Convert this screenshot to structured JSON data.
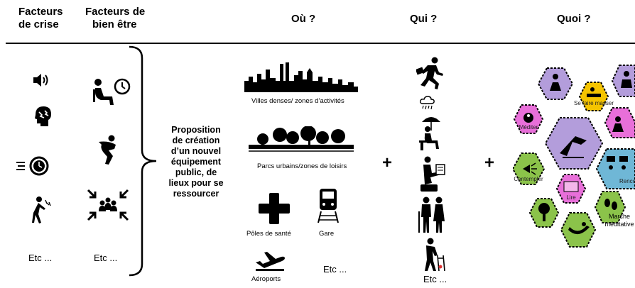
{
  "headers": {
    "crisis": [
      "Facteurs",
      "de crise"
    ],
    "wellbeing": [
      "Facteurs de",
      "bien être"
    ],
    "where": "Où ?",
    "who": "Qui ?",
    "what": "Quoi ?"
  },
  "crisis_column": {
    "icons": [
      "speaker-icon",
      "head-stress-icon",
      "clock-speed-icon",
      "back-pain-icon"
    ],
    "etc": "Etc ..."
  },
  "wellbeing_column": {
    "icons": [
      "seated-person-clock-icon",
      "crouching-person-icon",
      "crowd-arrows-icon"
    ],
    "etc": "Etc ..."
  },
  "proposal": {
    "lines": [
      "Proposition",
      "de création",
      "d’un nouvel",
      "équipement",
      "public, de",
      "lieux pour se",
      "ressourcer"
    ]
  },
  "where": {
    "places": [
      {
        "icon": "city-skyline-icon",
        "label": "Villes denses/ zones d’activités"
      },
      {
        "icon": "park-trees-icon",
        "label": "Parcs urbains/zones de loisirs"
      },
      {
        "icon": "health-cross-icon",
        "label": "Pôles de santé"
      },
      {
        "icon": "train-icon",
        "label": "Gare"
      },
      {
        "icon": "airplane-icon",
        "label": "Aéroports"
      }
    ],
    "etc": "Etc ..."
  },
  "who": {
    "icons": [
      "running-businessman-icon",
      "rain-cloud-icon",
      "person-umbrella-icon",
      "person-reading-icon",
      "elderly-couple-icon",
      "elderly-walker-icon"
    ],
    "etc": "Etc ..."
  },
  "plus_sign": "+",
  "what": {
    "hexagons": [
      {
        "label": "Se faire masser",
        "color": "#f5c400"
      },
      {
        "label": "Méditer",
        "color": "#e86fd9"
      },
      {
        "label": "Contempler",
        "color": "#8bc34a"
      },
      {
        "label": "Lire",
        "color": "#e86fd9"
      },
      {
        "label": "Rencont",
        "color": "#6fb7d6"
      },
      {
        "label": "Marche méditative",
        "color": "#8bc34a"
      }
    ],
    "palette": {
      "purple": "#b39ddb",
      "magenta": "#e86fd9",
      "green": "#8bc34a",
      "blue": "#6fb7d6",
      "yellow": "#f5c400"
    }
  }
}
